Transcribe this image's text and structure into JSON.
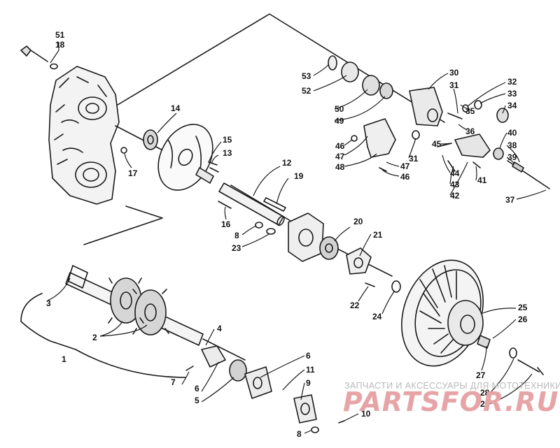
{
  "callouts": [
    {
      "id": "c51",
      "text": "51"
    },
    {
      "id": "c18",
      "text": "18"
    },
    {
      "id": "c14",
      "text": "14"
    },
    {
      "id": "c15",
      "text": "15"
    },
    {
      "id": "c13",
      "text": "13"
    },
    {
      "id": "c17",
      "text": "17"
    },
    {
      "id": "c12",
      "text": "12"
    },
    {
      "id": "c19",
      "text": "19"
    },
    {
      "id": "c16",
      "text": "16"
    },
    {
      "id": "c8a",
      "text": "8"
    },
    {
      "id": "c23",
      "text": "23"
    },
    {
      "id": "c20",
      "text": "20"
    },
    {
      "id": "c21",
      "text": "21"
    },
    {
      "id": "c22",
      "text": "22"
    },
    {
      "id": "c24",
      "text": "24"
    },
    {
      "id": "c3",
      "text": "3"
    },
    {
      "id": "c2",
      "text": "2"
    },
    {
      "id": "c4",
      "text": "4"
    },
    {
      "id": "c1",
      "text": "1"
    },
    {
      "id": "c7",
      "text": "7"
    },
    {
      "id": "c6a",
      "text": "6"
    },
    {
      "id": "c5",
      "text": "5"
    },
    {
      "id": "c6b",
      "text": "6"
    },
    {
      "id": "c11",
      "text": "11"
    },
    {
      "id": "c9",
      "text": "9"
    },
    {
      "id": "c10",
      "text": "10"
    },
    {
      "id": "c8b",
      "text": "8"
    },
    {
      "id": "c25",
      "text": "25"
    },
    {
      "id": "c26",
      "text": "26"
    },
    {
      "id": "c27",
      "text": "27"
    },
    {
      "id": "c28",
      "text": "28"
    },
    {
      "id": "c29",
      "text": "29"
    },
    {
      "id": "c53",
      "text": "53"
    },
    {
      "id": "c52",
      "text": "52"
    },
    {
      "id": "c50",
      "text": "50"
    },
    {
      "id": "c49",
      "text": "49"
    },
    {
      "id": "c30",
      "text": "30"
    },
    {
      "id": "c31a",
      "text": "31"
    },
    {
      "id": "c32",
      "text": "32"
    },
    {
      "id": "c33",
      "text": "33"
    },
    {
      "id": "c35",
      "text": "35"
    },
    {
      "id": "c34",
      "text": "34"
    },
    {
      "id": "c36",
      "text": "36"
    },
    {
      "id": "c40",
      "text": "40"
    },
    {
      "id": "c38",
      "text": "38"
    },
    {
      "id": "c39",
      "text": "39"
    },
    {
      "id": "c46a",
      "text": "46"
    },
    {
      "id": "c47a",
      "text": "47"
    },
    {
      "id": "c48",
      "text": "48"
    },
    {
      "id": "c31b",
      "text": "31"
    },
    {
      "id": "c47b",
      "text": "47"
    },
    {
      "id": "c46b",
      "text": "46"
    },
    {
      "id": "c45",
      "text": "45"
    },
    {
      "id": "c44",
      "text": "44"
    },
    {
      "id": "c43",
      "text": "43"
    },
    {
      "id": "c42",
      "text": "42"
    },
    {
      "id": "c41",
      "text": "41"
    },
    {
      "id": "c37",
      "text": "37"
    }
  ],
  "watermark": {
    "line": "ЗАПЧАСТИ И АКСЕССУАРЫ ДЛЯ МОТОТЕХНИКИ",
    "logo": "PARTSFOR.RU"
  }
}
